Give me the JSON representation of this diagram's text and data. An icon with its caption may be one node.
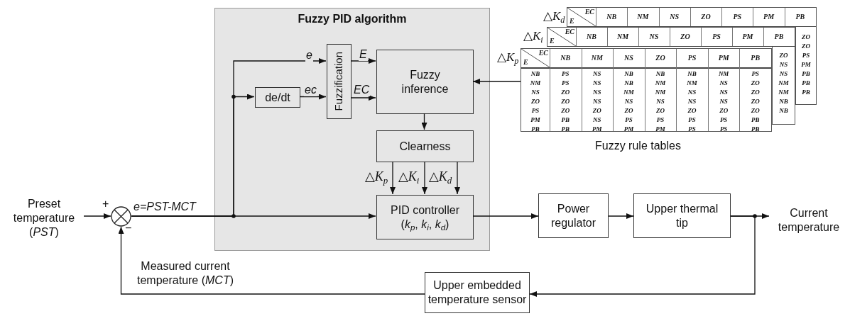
{
  "diagram": {
    "nodes": [
      {
        "text": [
          "Fuzzy PID algorithm"
        ]
      },
      {
        "text": [
          "de/dt"
        ],
        "in": 0
      },
      {
        "text": [
          "Fuzzification"
        ],
        "in": 0
      },
      {
        "text": [
          "Fuzzy inference"
        ],
        "in": 0
      },
      {
        "text": [
          "Clearness"
        ],
        "in": 0
      },
      {
        "text": [
          "PID controller (*k*$_{p}$, *k*$_{i}$, *k*$_{d}$)"
        ],
        "in": 0
      },
      {
        "text": [
          "Power regulator"
        ]
      },
      {
        "text": [
          "Upper thermal tip"
        ]
      },
      {
        "text": [
          "Upper embedded temperature sensor"
        ]
      },
      {
        "text": [],
        "shape": "circle",
        "beside": [
          "+",
          "−"
        ]
      },
      {
        "text": [
          "Preset temperature (*PST*)"
        ]
      },
      {
        "text": [
          "Current temperature"
        ]
      },
      {
        "text": [
          "△*K*$_{d}$"
        ]
      },
      {
        "text": [
          "△*K*$_{i}$"
        ]
      },
      {
        "text": [
          "△*K*$_{p}$"
        ]
      }
    ],
    "edges": [
      {
        "from": 10,
        "to": 9,
        "arrow": "to"
      },
      {
        "from": 9,
        "to": 5,
        "arrow": "to",
        "label": "e=PST-MCT"
      },
      {
        "from": 9,
        "to": 2,
        "arrow": "to",
        "label": "e"
      },
      {
        "from": 9,
        "to": 1,
        "arrow": "to"
      },
      {
        "from": 1,
        "to": 2,
        "arrow": "to",
        "label": "ec"
      },
      {
        "from": 2,
        "to": 3,
        "arrow": "to",
        "label": "E"
      },
      {
        "from": 2,
        "to": 3,
        "arrow": "to",
        "label": "EC"
      },
      {
        "from": 3,
        "to": 4,
        "arrow": "to"
      },
      {
        "from": 4,
        "to": 5,
        "arrow": "to",
        "label": "△*K*$_{p}$"
      },
      {
        "from": 4,
        "to": 5,
        "arrow": "to",
        "label": "△*K*$_{i}$"
      },
      {
        "from": 4,
        "to": 5,
        "arrow": "to",
        "label": "△*K*$_{d}$"
      },
      {
        "from": 5,
        "to": 6,
        "arrow": "to"
      },
      {
        "from": 6,
        "to": 7,
        "arrow": "to"
      },
      {
        "from": 7,
        "to": 11,
        "arrow": "to"
      },
      {
        "from": 7,
        "to": 8,
        "arrow": "to"
      },
      {
        "from": 8,
        "to": 9,
        "arrow": "to",
        "label": "Measured current temperature (*MCT*)"
      },
      {
        "from": 14,
        "to": 3,
        "arrow": "to"
      }
    ],
    "labels": [
      "EC",
      "E",
      "NB",
      "NM",
      "NS",
      "ZO",
      "PS",
      "PM",
      "PB",
      "ZO",
      "ZO",
      "PS",
      "PM",
      "PB",
      "PB",
      "PB",
      "EC",
      "E",
      "NB",
      "NM",
      "NS",
      "ZO",
      "PS",
      "PM",
      "PB",
      "ZO",
      "NS",
      "NS",
      "NM",
      "NM",
      "NB",
      "NB",
      "EC",
      "E",
      "NB",
      "NM",
      "NS",
      "ZO",
      "PS",
      "PM",
      "PB",
      "NB",
      "PS",
      "NS",
      "NB",
      "NB",
      "NB",
      "NM",
      "PS",
      "NM",
      "PS",
      "NS",
      "NB",
      "NM",
      "NM",
      "NS",
      "ZO",
      "NS",
      "ZO",
      "NS",
      "NM",
      "NM",
      "NS",
      "NS",
      "ZO",
      "ZO",
      "ZO",
      "NS",
      "NS",
      "NS",
      "NS",
      "NS",
      "ZO",
      "PS",
      "ZO",
      "ZO",
      "ZO",
      "ZO",
      "ZO",
      "ZO",
      "ZO",
      "PM",
      "PB",
      "NS",
      "PS",
      "PS",
      "PS",
      "PS",
      "PB",
      "PB",
      "PB",
      "PM",
      "PM",
      "PM",
      "PS",
      "PS",
      "PB",
      "Fuzzy rule tables"
    ]
  }
}
